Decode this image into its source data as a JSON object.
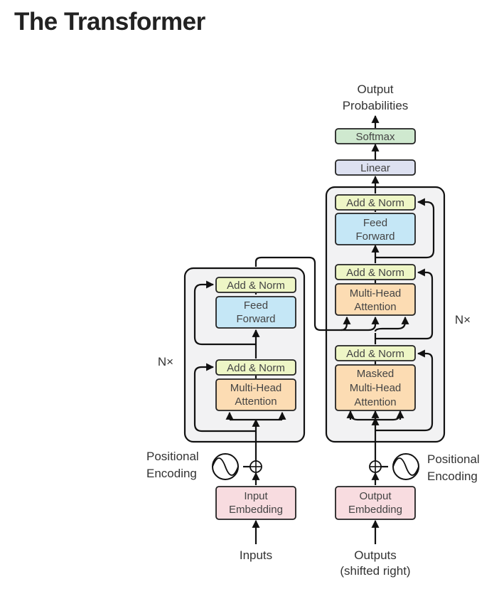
{
  "title": "The Transformer",
  "colors": {
    "add_norm": "#eef6c6",
    "feed_forward": "#c5e7f6",
    "attention": "#fcdcb3",
    "embedding": "#f8dce0",
    "linear": "#dde1f1",
    "softmax": "#cfe9cf",
    "stack_bg": "#f2f2f3"
  },
  "diagram": {
    "output_probabilities": [
      "Output",
      "Probabilities"
    ],
    "softmax": "Softmax",
    "linear": "Linear",
    "encoder": {
      "repeat": "N×",
      "add_norm_top": "Add & Norm",
      "feed_forward": [
        "Feed",
        "Forward"
      ],
      "add_norm_bottom": "Add & Norm",
      "attention": [
        "Multi-Head",
        "Attention"
      ]
    },
    "decoder": {
      "repeat": "N×",
      "add_norm_top": "Add & Norm",
      "feed_forward": [
        "Feed",
        "Forward"
      ],
      "add_norm_middle": "Add & Norm",
      "cross_attention": [
        "Multi-Head",
        "Attention"
      ],
      "add_norm_bottom": "Add & Norm",
      "masked_attention": [
        "Masked",
        "Multi-Head",
        "Attention"
      ]
    },
    "positional_encoding_left": [
      "Positional",
      "Encoding"
    ],
    "positional_encoding_right": [
      "Positional",
      "Encoding"
    ],
    "input_embedding": [
      "Input",
      "Embedding"
    ],
    "output_embedding": [
      "Output",
      "Embedding"
    ],
    "inputs": "Inputs",
    "outputs": [
      "Outputs",
      "(shifted right)"
    ]
  }
}
